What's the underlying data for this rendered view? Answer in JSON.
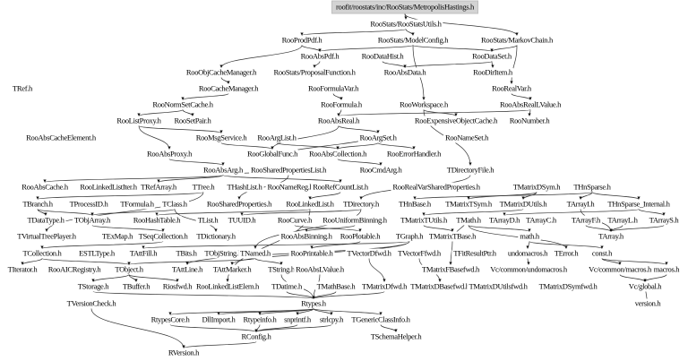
{
  "graph": {
    "root": "roofit/roostats/inc/RooStats/MetropolisHastings.h",
    "nodes": [
      "roofit/roostats/inc/RooStats/MetropolisHastings.h",
      "RooStats/RooStatsUtils.h",
      "RooProdPdf.h",
      "RooStats/ModelConfig.h",
      "RooStats/MarkovChain.h",
      "RooAbsPdf.h",
      "RooDataHist.h",
      "RooDataSet.h",
      "RooObjCacheManager.h",
      "RooStats/ProposalFunction.h",
      "RooAbsData.h",
      "RooDirItem.h",
      "TRef.h",
      "RooCacheManager.h",
      "RooFormulaVar.h",
      "RooRealVar.h",
      "RooNormSetCache.h",
      "RooFormula.h",
      "RooWorkspace.h",
      "RooAbsRealLValue.h",
      "RooListProxy.h",
      "RooSetPair.h",
      "RooAbsReal.h",
      "RooExpensiveObjectCache.h",
      "RooNumber.h",
      "RooAbsCacheElement.h",
      "RooMsgService.h",
      "RooArgList.h",
      "RooArgSet.h",
      "RooNameSet.h",
      "RooAbsProxy.h",
      "RooGlobalFunc.h",
      "RooAbsCollection.h",
      "RooErrorHandler.h",
      "RooAbsArg.h",
      "RooSharedPropertiesList.h",
      "RooCmdArg.h",
      "TDirectoryFile.h",
      "RooAbsCache.h",
      "RooLinkedListIter.h",
      "TRefArray.h",
      "TTree.h",
      "THashList.h",
      "RooNameReg.h",
      "RooRefCountList.h",
      "RooRealVarSharedProperties.h",
      "TMatrixDSym.h",
      "THnSparse.h",
      "TBranch.h",
      "TProcessID.h",
      "TFormula.h",
      "TClass.h",
      "RooSharedProperties.h",
      "RooLinkedList.h",
      "TDirectory.h",
      "THnBase.h",
      "TMatrixTSym.h",
      "TMatrixDUtils.h",
      "TArrayI.h",
      "THnSparse_Internal.h",
      "TDataType.h",
      "TObjArray.h",
      "RooHashTable.h",
      "TList.h",
      "TUUID.h",
      "RooCurve.h",
      "RooUniformBinning.h",
      "TMatrixTUtils.h",
      "TMath.h",
      "TArrayD.h",
      "TArrayC.h",
      "TArrayF.h",
      "TArrayL.h",
      "TArrayS.h",
      "TVirtualTreePlayer.h",
      "TExMap.h",
      "TSeqCollection.h",
      "TDictionary.h",
      "RooAbsBinning.h",
      "RooPlotable.h",
      "TGraph.h",
      "TMatrixTBase.h",
      "math.h",
      "TArray.h",
      "TCollection.h",
      "ESTLType.h",
      "TAttFill.h",
      "TBits.h",
      "TObjString.h",
      "TNamed.h",
      "RooPrintable.h",
      "TVectorDfwd.h",
      "TVectorFfwd.h",
      "TFitResultPtr.h",
      "undomacros.h",
      "TError.h",
      "const.h",
      "TIterator.h",
      "RooAICRegistry.h",
      "TObject.h",
      "TAttLine.h",
      "TAttMarker.h",
      "TString.h",
      "RooAbsLValue.h",
      "TMatrixFBasefwd.h",
      "Vc/common/undomacros.h",
      "Vc/common/macros.h",
      "macros.h",
      "TStorage.h",
      "TBuffer.h",
      "Riosfwd.h",
      "RooLinkedListElem.h",
      "TDatime.h",
      "TMathBase.h",
      "TMatrixDfwd.h",
      "TMatrixDBasefwd.h",
      "TMatrixDUtilsfwd.h",
      "TMatrixDSymfwd.h",
      "Vc/global.h",
      "TVersionCheck.h",
      "Rtypes.h",
      "version.h",
      "RtypesCore.h",
      "DllImport.h",
      "Rtypeinfo.h",
      "snprintf.h",
      "strlcpy.h",
      "TGenericClassInfo.h",
      "RConfig.h",
      "TSchemaHelper.h",
      "RVersion.h"
    ],
    "edges": [
      [
        "roofit/roostats/inc/RooStats/MetropolisHastings.h",
        "RooStats/RooStatsUtils.h"
      ],
      [
        "roofit/roostats/inc/RooStats/MetropolisHastings.h",
        "RooStats/MarkovChain.h"
      ],
      [
        "RooStats/RooStatsUtils.h",
        "RooStats/ModelConfig.h"
      ],
      [
        "RooStats/RooStatsUtils.h",
        "RooProdPdf.h"
      ],
      [
        "RooStats/ModelConfig.h",
        "RooAbsPdf.h"
      ],
      [
        "RooStats/ModelConfig.h",
        "RooDataSet.h"
      ],
      [
        "RooStats/ModelConfig.h",
        "RooWorkspace.h"
      ],
      [
        "RooStats/MarkovChain.h",
        "RooDataSet.h"
      ],
      [
        "RooStats/MarkovChain.h",
        "RooRealVar.h"
      ],
      [
        "RooDataSet.h",
        "RooDirItem.h"
      ],
      [
        "RooDataSet.h",
        "RooAbsData.h"
      ],
      [
        "RooDataHist.h",
        "RooAbsData.h"
      ],
      [
        "RooProdPdf.h",
        "RooObjCacheManager.h"
      ],
      [
        "RooProdPdf.h",
        "RooAbsPdf.h"
      ],
      [
        "RooAbsPdf.h",
        "RooStats/ProposalFunction.h"
      ],
      [
        "RooObjCacheManager.h",
        "RooCacheManager.h"
      ],
      [
        "RooCacheManager.h",
        "RooNormSetCache.h"
      ],
      [
        "RooNormSetCache.h",
        "RooSetPair.h"
      ],
      [
        "RooNormSetCache.h",
        "RooListProxy.h"
      ],
      [
        "RooFormulaVar.h",
        "RooFormula.h"
      ],
      [
        "RooFormula.h",
        "RooAbsReal.h"
      ],
      [
        "RooRealVar.h",
        "RooAbsRealLValue.h"
      ],
      [
        "RooAbsRealLValue.h",
        "RooNumber.h"
      ],
      [
        "RooAbsRealLValue.h",
        "RooAbsReal.h"
      ],
      [
        "RooWorkspace.h",
        "RooExpensiveObjectCache.h"
      ],
      [
        "RooAbsReal.h",
        "RooArgSet.h"
      ],
      [
        "RooAbsReal.h",
        "RooGlobalFunc.h"
      ],
      [
        "RooListProxy.h",
        "RooMsgService.h"
      ],
      [
        "RooListProxy.h",
        "RooAbsProxy.h"
      ],
      [
        "RooMsgService.h",
        "RooGlobalFunc.h"
      ],
      [
        "RooArgList.h",
        "RooAbsCollection.h"
      ],
      [
        "RooArgSet.h",
        "RooAbsCollection.h"
      ],
      [
        "RooArgSet.h",
        "RooErrorHandler.h"
      ],
      [
        "RooGlobalFunc.h",
        "RooArgSet.h"
      ],
      [
        "RooAbsCollection.h",
        "RooCmdArg.h"
      ],
      [
        "RooAbsProxy.h",
        "RooAbsArg.h"
      ],
      [
        "RooAbsArg.h",
        "RooSharedPropertiesList.h"
      ],
      [
        "RooAbsArg.h",
        "RooAbsCache.h"
      ],
      [
        "RooAbsArg.h",
        "RooRefCountList.h"
      ],
      [
        "RooAbsArg.h",
        "TRefArray.h"
      ],
      [
        "RooSharedPropertiesList.h",
        "RooSharedProperties.h"
      ],
      [
        "RooRefCountList.h",
        "RooLinkedList.h"
      ],
      [
        "RooLinkedList.h",
        "RooHashTable.h"
      ],
      [
        "RooLinkedList.h",
        "RooLinkedListElem.h"
      ],
      [
        "RooWorkspace.h",
        "TDirectoryFile.h"
      ],
      [
        "TDirectoryFile.h",
        "TDirectory.h"
      ],
      [
        "TDirectory.h",
        "TNamed.h"
      ],
      [
        "TDirectory.h",
        "TUUID.h"
      ],
      [
        "TTree.h",
        "TBranch.h"
      ],
      [
        "TTree.h",
        "TVirtualTreePlayer.h"
      ],
      [
        "TBranch.h",
        "TDataType.h"
      ],
      [
        "TBranch.h",
        "TObjArray.h"
      ],
      [
        "TClass.h",
        "TObjArray.h"
      ],
      [
        "TClass.h",
        "TDictionary.h"
      ],
      [
        "TObjArray.h",
        "TSeqCollection.h"
      ],
      [
        "TSeqCollection.h",
        "TCollection.h"
      ],
      [
        "TCollection.h",
        "TIterator.h"
      ],
      [
        "TCollection.h",
        "TObject.h"
      ],
      [
        "TNamed.h",
        "TString.h"
      ],
      [
        "TNamed.h",
        "TObject.h"
      ],
      [
        "TObject.h",
        "TStorage.h"
      ],
      [
        "TObject.h",
        "TBuffer.h"
      ],
      [
        "TObject.h",
        "Riosfwd.h"
      ],
      [
        "TString.h",
        "Rtypes.h"
      ],
      [
        "TMathBase.h",
        "Rtypes.h"
      ],
      [
        "TDatime.h",
        "Rtypes.h"
      ],
      [
        "TStorage.h",
        "Rtypes.h"
      ],
      [
        "THnSparse.h",
        "THnBase.h"
      ],
      [
        "THnSparse.h",
        "THnSparse_Internal.h"
      ],
      [
        "THnSparse.h",
        "TArrayI.h"
      ],
      [
        "THnSparse_Internal.h",
        "TArrayD.h"
      ],
      [
        "THnSparse_Internal.h",
        "TArrayS.h"
      ],
      [
        "TArrayI.h",
        "TArray.h"
      ],
      [
        "TArrayF.h",
        "TArray.h"
      ],
      [
        "TArrayL.h",
        "TArray.h"
      ],
      [
        "TArrayS.h",
        "TArray.h"
      ],
      [
        "TMatrixDSym.h",
        "TMatrixTSym.h"
      ],
      [
        "TMatrixDSym.h",
        "TMatrixDUtils.h"
      ],
      [
        "TMatrixDUtils.h",
        "TMatrixTUtils.h"
      ],
      [
        "TMatrixTUtils.h",
        "TMatrixTBase.h"
      ],
      [
        "TMatrixTBase.h",
        "TMatrixFBasefwd.h"
      ],
      [
        "TMatrixTBase.h",
        "TMath.h"
      ],
      [
        "TMath.h",
        "math.h"
      ],
      [
        "TMath.h",
        "TError.h"
      ],
      [
        "math.h",
        "undomacros.h"
      ],
      [
        "math.h",
        "const.h"
      ],
      [
        "const.h",
        "Vc/common/macros.h"
      ],
      [
        "const.h",
        "macros.h"
      ],
      [
        "undomacros.h",
        "Vc/common/undomacros.h"
      ],
      [
        "Vc/common/macros.h",
        "Vc/global.h"
      ],
      [
        "macros.h",
        "Vc/global.h"
      ],
      [
        "version.h",
        "Vc/global.h"
      ],
      [
        "RooCurve.h",
        "RooPlotable.h"
      ],
      [
        "RooPlotable.h",
        "RooPrintable.h"
      ],
      [
        "RooUniformBinning.h",
        "RooAbsBinning.h"
      ],
      [
        "TGraph.h",
        "TAttFill.h"
      ],
      [
        "TGraph.h",
        "TAttLine.h"
      ],
      [
        "TGraph.h",
        "TAttMarker.h"
      ],
      [
        "RooAbsLValue.h",
        "Rtypes.h"
      ],
      [
        "TMatrixDfwd.h",
        "Rtypes.h"
      ],
      [
        "TVectorDfwd.h",
        "TMatrixDfwd.h"
      ],
      [
        "TVectorFfwd.h",
        "TMatrixDBasefwd.h"
      ],
      [
        "TVersionCheck.h",
        "RVersion.h"
      ],
      [
        "Rtypes.h",
        "RtypesCore.h"
      ],
      [
        "Rtypes.h",
        "DllImport.h"
      ],
      [
        "Rtypes.h",
        "Rtypeinfo.h"
      ],
      [
        "Rtypes.h",
        "snprintf.h"
      ],
      [
        "Rtypes.h",
        "strlcpy.h"
      ],
      [
        "Rtypes.h",
        "TGenericClassInfo.h"
      ],
      [
        "TGenericClassInfo.h",
        "TSchemaHelper.h"
      ],
      [
        "RtypesCore.h",
        "RConfig.h"
      ],
      [
        "Rtypeinfo.h",
        "RConfig.h"
      ],
      [
        "snprintf.h",
        "RConfig.h"
      ],
      [
        "strlcpy.h",
        "RConfig.h"
      ],
      [
        "RConfig.h",
        "RVersion.h"
      ]
    ]
  }
}
